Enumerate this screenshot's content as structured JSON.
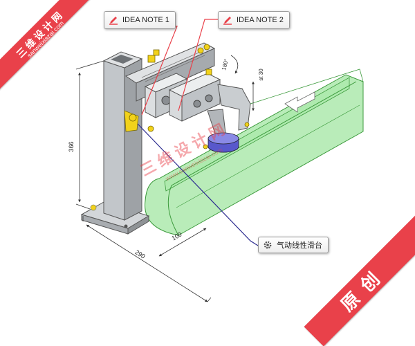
{
  "watermark": {
    "top_left_title": "三维设计网",
    "top_left_url": "sanweixiazai.com",
    "bottom_right": "原创",
    "center_title": "三维设计网",
    "center_url": "www.sanweixiazai.com"
  },
  "callouts": {
    "note1": "IDEA NOTE 1",
    "note2": "IDEA NOTE 2",
    "slide": "气动线性滑台"
  },
  "dimensions": {
    "height": "366",
    "length": "290",
    "width": "100",
    "stroke": "st 30",
    "rotation": "180°"
  },
  "colors": {
    "banner": "#e9414a",
    "conveyor": "#6fd36f",
    "frame": "#b5b9bd",
    "fitting": "#f2d21b",
    "puck": "#6b6bd8",
    "leader": "#2b2b8f"
  },
  "icons": {
    "note": "pencil-icon",
    "slide": "gear-icon"
  }
}
